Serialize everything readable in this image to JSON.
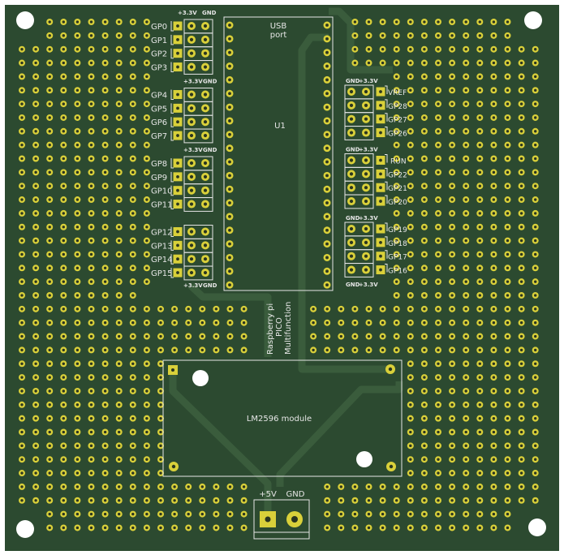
{
  "colors": {
    "board": "#2c4a30",
    "trace": "#3a5c3c",
    "pad": "#d9d03a",
    "pad_hole": "#2a3520",
    "silkscreen": "#e6e6e6",
    "mount_hole": "#ffffff"
  },
  "left_headers": {
    "top_labels": {
      "v33": "+3.3V",
      "gnd": "GND"
    },
    "blocks": [
      {
        "label_v33": "+3.3V",
        "label_gnd": "GND",
        "pins": [
          "GP0",
          "GP1",
          "GP2",
          "GP3"
        ]
      },
      {
        "label_v33": "+3.3V",
        "label_gnd": "GND",
        "pins": [
          "GP4",
          "GP5",
          "GP6",
          "GP7"
        ]
      },
      {
        "label_v33": "+3.3V",
        "label_gnd": "GND",
        "pins": [
          "GP8",
          "GP9",
          "GP10",
          "GP11"
        ]
      },
      {
        "label_v33": "+3.3V",
        "label_gnd": "GND",
        "pins": [
          "GP12",
          "GP13",
          "GP14",
          "GP15"
        ]
      }
    ]
  },
  "right_headers": {
    "bottom_labels": {
      "gnd": "GND",
      "v33": "+3.3V"
    },
    "blocks": [
      {
        "label_gnd": "GND",
        "label_v33": "+3.3V",
        "pins": [
          "VREF",
          "GP28",
          "GP27",
          "GP26"
        ]
      },
      {
        "label_gnd": "GND",
        "label_v33": "+3.3V",
        "pins": [
          "RUN",
          "GP22",
          "GP21",
          "GP20"
        ]
      },
      {
        "label_gnd": "GND",
        "label_v33": "+3.3V",
        "pins": [
          "GP19",
          "GP18",
          "GP17",
          "GP16"
        ]
      }
    ]
  },
  "pico": {
    "usb_line1": "USB",
    "usb_line2": "port",
    "ref": "U1"
  },
  "board_title": {
    "line1": "Raspberry pi",
    "line2": "PICO",
    "line3": "Multifunction"
  },
  "module": {
    "label": "LM2596 module"
  },
  "power_connector": {
    "plus": "+5V",
    "gnd": "GND"
  }
}
